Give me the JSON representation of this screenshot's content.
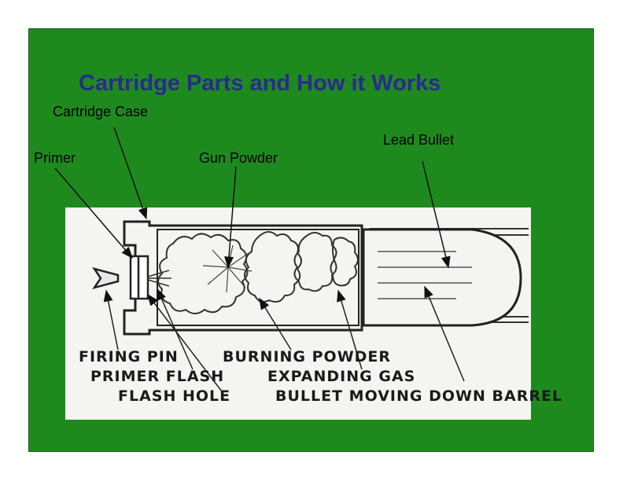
{
  "slide": {
    "title": "Cartridge Parts and How it Works",
    "labels": {
      "cartridge_case": "Cartridge Case",
      "primer": "Primer",
      "gun_powder": "Gun Powder",
      "lead_bullet": "Lead Bullet"
    },
    "diagram_captions": {
      "firing_pin": "FIRING PIN",
      "primer_flash": "PRIMER FLASH",
      "flash_hole": "FLASH HOLE",
      "burning_powder": "BURNING POWDER",
      "expanding_gas": "EXPANDING GAS",
      "bullet_moving": "BULLET MOVING DOWN BARREL"
    },
    "colors": {
      "background": "#1e8a1e",
      "title": "#2b2a8f",
      "panel": "#f4f4f2"
    }
  }
}
